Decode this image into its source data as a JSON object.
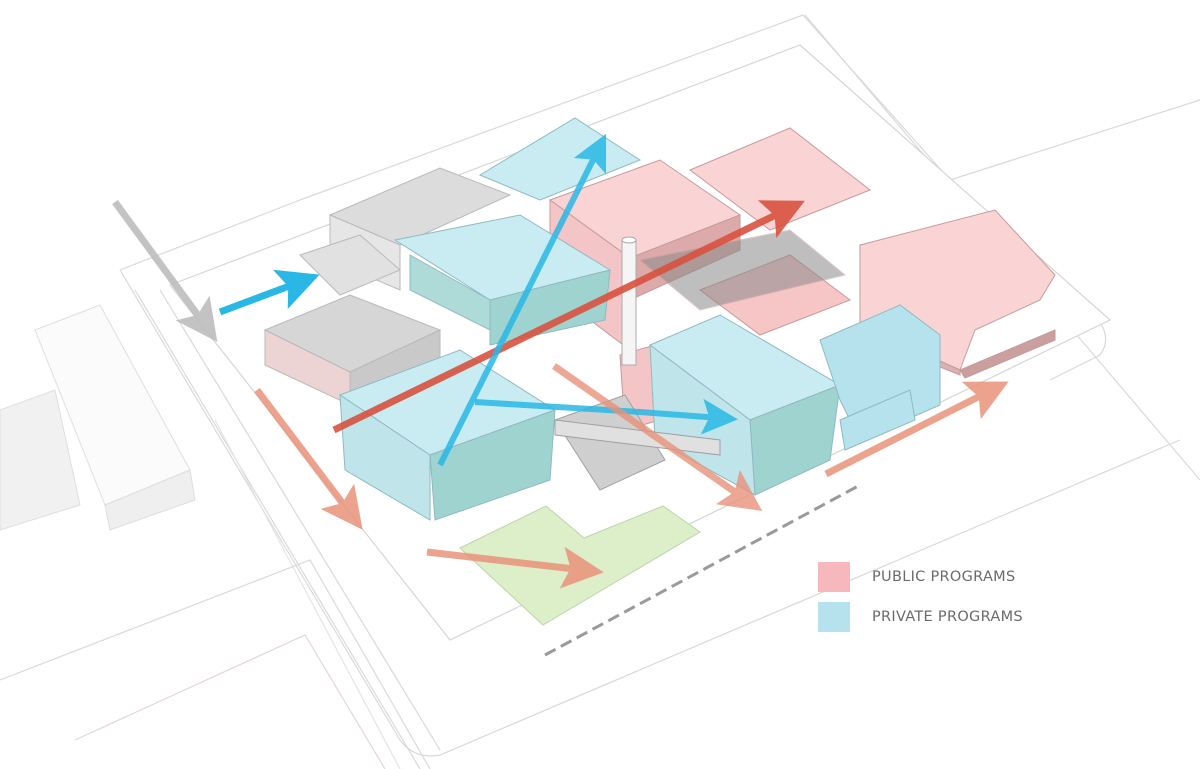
{
  "diagram": {
    "type": "axonometric-site-circulation-diagram",
    "colors": {
      "public": "#f6b8bc",
      "public_roof": "#fad4d5",
      "public_wall": "#e9b6b6",
      "private": "#b5e2ec",
      "private_roof": "#c9ecf2",
      "private_wall": "#9fd3d0",
      "existing": "#d4d4d4",
      "green": "#dcefc9",
      "arrow_private": "#29b8e6",
      "arrow_main": "#d9523f",
      "arrow_public": "#e9937b",
      "arrow_entry": "#bdbdbd",
      "site_line": "#cfcfcf"
    },
    "arrows": [
      {
        "id": "entry-arrow",
        "color_key": "arrow_entry",
        "from": [
          115,
          202
        ],
        "to": [
          215,
          338
        ]
      },
      {
        "id": "private-entry-arrow",
        "color_key": "arrow_private",
        "from": [
          220,
          312
        ],
        "to": [
          318,
          275
        ]
      },
      {
        "id": "main-axis-arrow",
        "color_key": "arrow_main",
        "from": [
          334,
          430
        ],
        "to": [
          804,
          201
        ]
      },
      {
        "id": "private-vertical-arrow",
        "color_key": "arrow_private",
        "from": [
          440,
          465
        ],
        "to": [
          607,
          133
        ]
      },
      {
        "id": "private-branch-arrow",
        "color_key": "arrow_private",
        "from": [
          475,
          402
        ],
        "to": [
          738,
          420
        ]
      },
      {
        "id": "public-west-arrow",
        "color_key": "arrow_public",
        "from": [
          257,
          390
        ],
        "to": [
          360,
          528
        ]
      },
      {
        "id": "public-south-arrow",
        "color_key": "arrow_public",
        "from": [
          427,
          552
        ],
        "to": [
          601,
          572
        ]
      },
      {
        "id": "public-central-arrow",
        "color_key": "arrow_public",
        "from": [
          554,
          366
        ],
        "to": [
          760,
          510
        ]
      },
      {
        "id": "public-east-arrow",
        "color_key": "arrow_public",
        "from": [
          826,
          474
        ],
        "to": [
          1006,
          383
        ]
      }
    ]
  },
  "legend": {
    "items": [
      {
        "label": "PUBLIC PROGRAMS",
        "color": "#f6b8bc"
      },
      {
        "label": "PRIVATE PROGRAMS",
        "color": "#b5e2ec"
      }
    ]
  }
}
